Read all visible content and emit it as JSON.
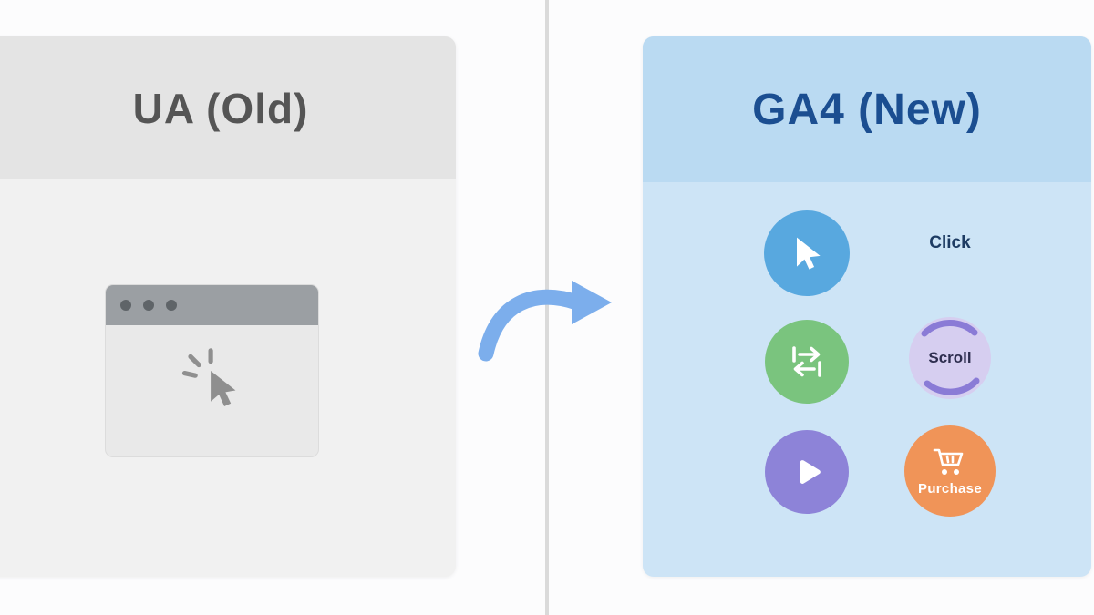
{
  "left": {
    "title": "UA (Old)"
  },
  "right": {
    "title": "GA4 (New)",
    "events": {
      "click": "Click",
      "scroll": "Scroll",
      "purchase": "Purchase"
    }
  },
  "icons": {
    "browser_window": "browser-window-icon",
    "cursor_click": "cursor-click-icon",
    "arrow": "curved-right-arrow-icon",
    "cursor": "cursor-icon",
    "swap": "swap-arrows-icon",
    "play": "play-icon",
    "cart": "cart-icon"
  },
  "colors": {
    "left_card": "#f1f1f1",
    "left_header": "#e4e4e4",
    "left_title": "#555555",
    "right_card": "#cde4f6",
    "right_header": "#badaf2",
    "right_title": "#1b4e91",
    "arrow": "#7caeec",
    "click_circle": "#58a8df",
    "swap_circle": "#7ac47e",
    "scroll_circle": "#d6cef0",
    "play_circle": "#8d83d8",
    "purchase_circle": "#f09458"
  }
}
